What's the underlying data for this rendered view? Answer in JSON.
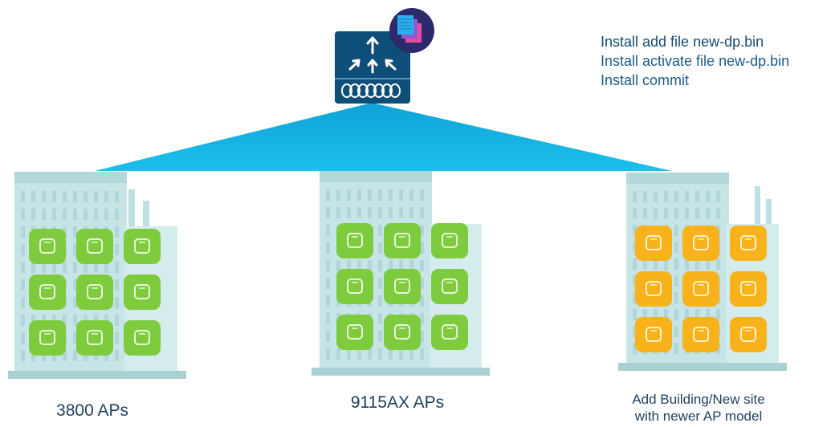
{
  "commands": [
    "Install add file new-dp.bin",
    "Install activate file new-dp.bin",
    "Install commit"
  ],
  "captions": {
    "left": "3800 APs",
    "middle": "9115AX APs",
    "right_line1": "Add Building/New site",
    "right_line2": "with newer AP model"
  },
  "colors": {
    "beam": "#14b3e6",
    "router_body": "#0d4f78",
    "building": "#c5e4e6",
    "ap_existing": "#7ecb3d",
    "ap_new": "#f7b21c"
  },
  "icons": [
    "router-icon",
    "image-stack-icon",
    "access-point-icon"
  ]
}
